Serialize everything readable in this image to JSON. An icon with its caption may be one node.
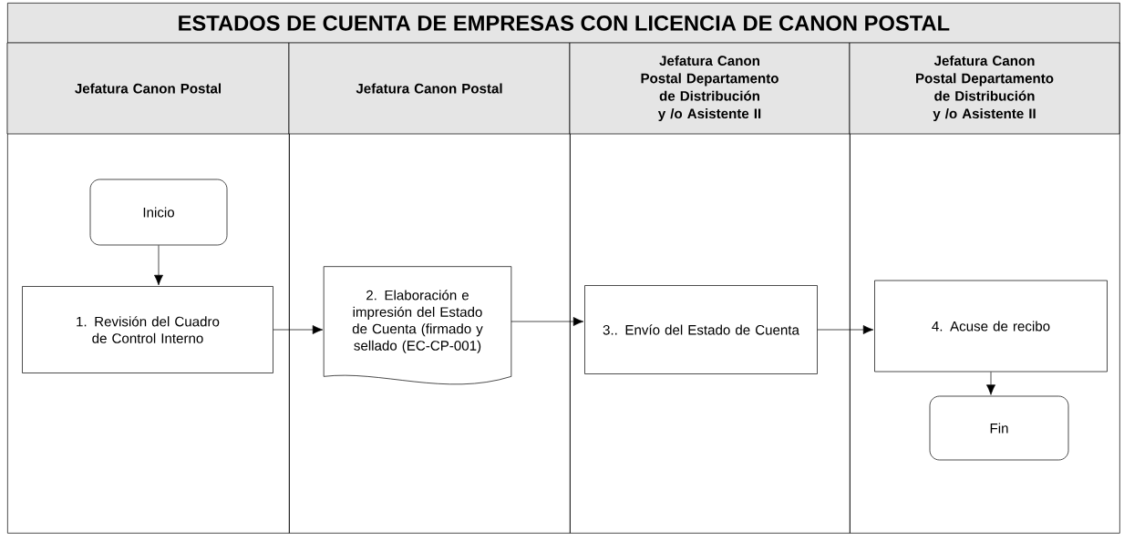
{
  "diagram": {
    "title": "ESTADOS DE CUENTA DE EMPRESAS CON LICENCIA DE CANON POSTAL",
    "nodes": [
      {
        "text": [
          "Jefatura Canon Postal"
        ]
      },
      {
        "text": [
          "Jefatura Canon Postal"
        ]
      },
      {
        "text": [
          "Jefatura Canon Postal Departamento de Distribución y /o Asistente II"
        ]
      },
      {
        "text": [
          "Jefatura Canon Postal Departamento de Distribución y /o Asistente II"
        ]
      },
      {
        "text": [
          "Inicio"
        ],
        "in": 0
      },
      {
        "text": [
          "1. Revisión del Cuadro de Control Interno"
        ],
        "in": 0
      },
      {
        "text": [
          "2. Elaboración e impresión del Estado de Cuenta (firmado y sellado (EC-CP-001)"
        ],
        "in": 1
      },
      {
        "text": [
          "3.. Envío del Estado de Cuenta"
        ],
        "in": 2
      },
      {
        "text": [
          "4. Acuse de recibo"
        ],
        "in": 3
      },
      {
        "text": [
          "Fin"
        ],
        "in": 3
      }
    ],
    "edges": [
      {
        "from": 4,
        "to": 5,
        "arrow": "to"
      },
      {
        "from": 5,
        "to": 6,
        "arrow": "to"
      },
      {
        "from": 6,
        "to": 7,
        "arrow": "to"
      },
      {
        "from": 7,
        "to": 8,
        "arrow": "to"
      },
      {
        "from": 8,
        "to": 9,
        "arrow": "to"
      }
    ]
  }
}
